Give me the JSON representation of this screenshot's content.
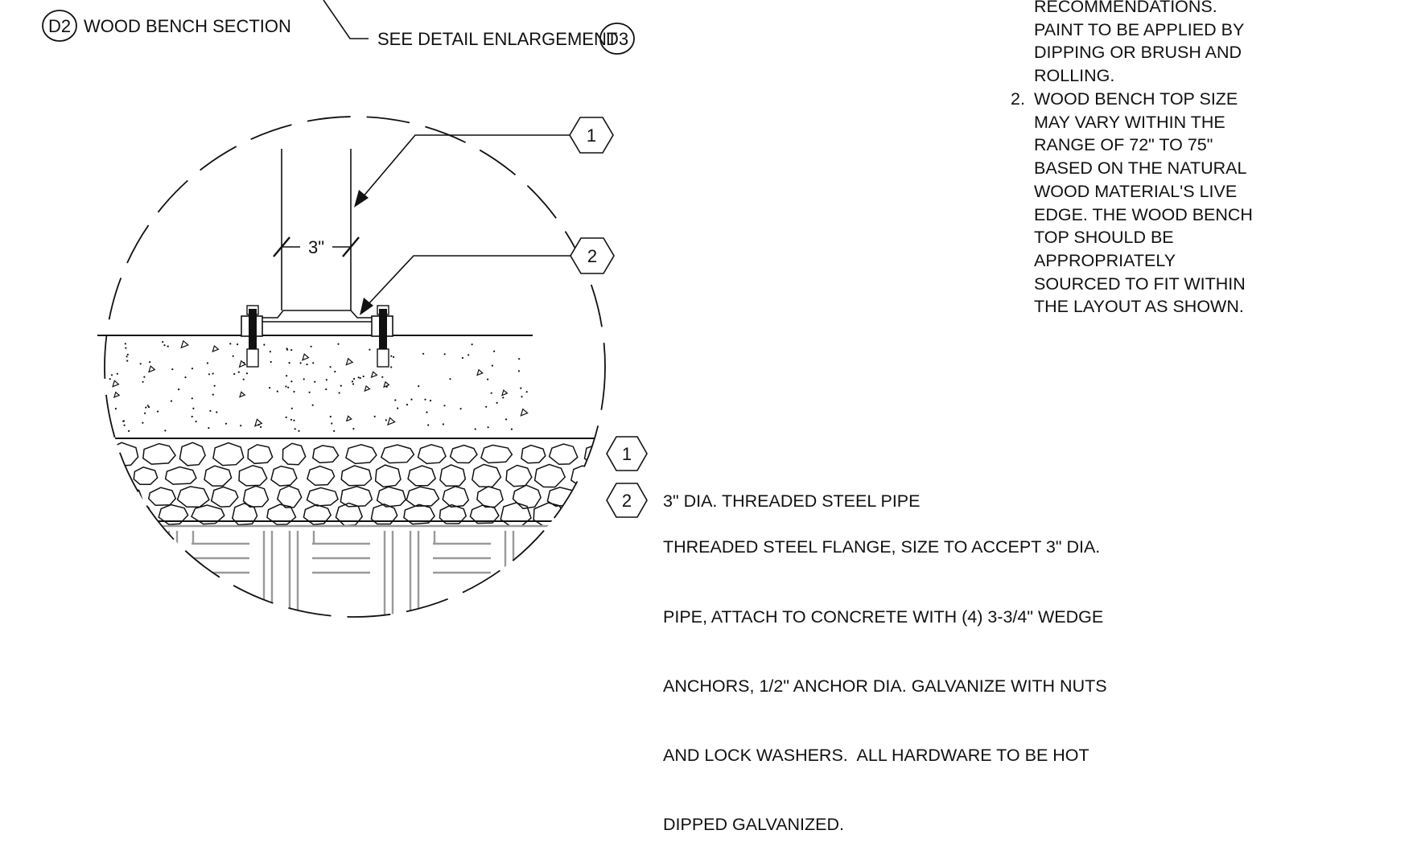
{
  "title": {
    "tag": "D2",
    "text": "WOOD BENCH SECTION"
  },
  "callout": {
    "text": "SEE DETAIL ENLARGEMENT",
    "tag": "D3"
  },
  "dimension": "3\"",
  "markers": [
    {
      "num": "1"
    },
    {
      "num": "2"
    }
  ],
  "keynotes": [
    {
      "num": "1",
      "lines": [
        "3\" DIA. THREADED STEEL PIPE"
      ]
    },
    {
      "num": "2",
      "lines": [
        "THREADED STEEL FLANGE, SIZE TO ACCEPT 3\" DIA.",
        "PIPE, ATTACH TO CONCRETE WITH (4) 3-3/4\" WEDGE",
        "ANCHORS, 1/2\" ANCHOR DIA. GALVANIZE WITH NUTS",
        "AND LOCK WASHERS.  ALL HARDWARE TO BE HOT",
        "DIPPED GALVANIZED."
      ]
    }
  ],
  "general_notes": {
    "note1_tail": [
      "RECOMMENDATIONS.",
      "PAINT TO BE APPLIED BY",
      "DIPPING OR BRUSH AND",
      "ROLLING."
    ],
    "note2_num": "2.",
    "note2_lines": [
      "WOOD BENCH TOP SIZE",
      "MAY VARY WITHIN THE",
      "RANGE OF 72\" TO 75\"",
      "BASED ON THE NATURAL",
      "WOOD MATERIAL'S LIVE",
      "EDGE. THE WOOD BENCH",
      "TOP SHOULD BE",
      "APPROPRIATELY",
      "SOURCED TO FIT WITHIN",
      "THE LAYOUT AS SHOWN."
    ]
  }
}
